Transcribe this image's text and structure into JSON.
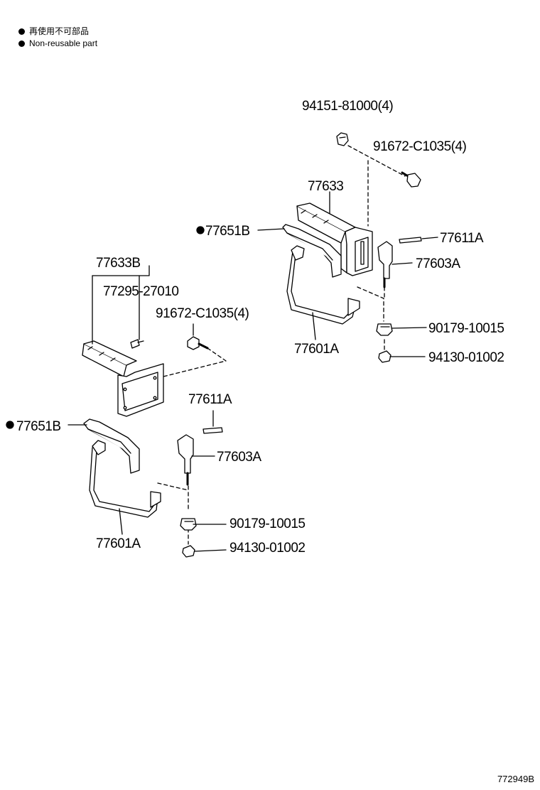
{
  "legend": {
    "items": [
      {
        "text": "再使用不可部品"
      },
      {
        "text": "Non-reusable part"
      }
    ]
  },
  "labels": {
    "p1": "94151-81000(4)",
    "p2": "91672-C1035(4)",
    "p3": "77633",
    "p4": "77651B",
    "p5": "77611A",
    "p6": "77603A",
    "p7": "90179-10015",
    "p8": "94130-01002",
    "p9": "77601A",
    "p10": "77633B",
    "p11": "77295-27010",
    "p12": "91672-C1035(4)",
    "p13": "77611A",
    "p14": "77651B",
    "p15": "77603A",
    "p16": "77601A",
    "p17": "90179-10015",
    "p18": "94130-01002"
  },
  "figure_ref": "772949B"
}
